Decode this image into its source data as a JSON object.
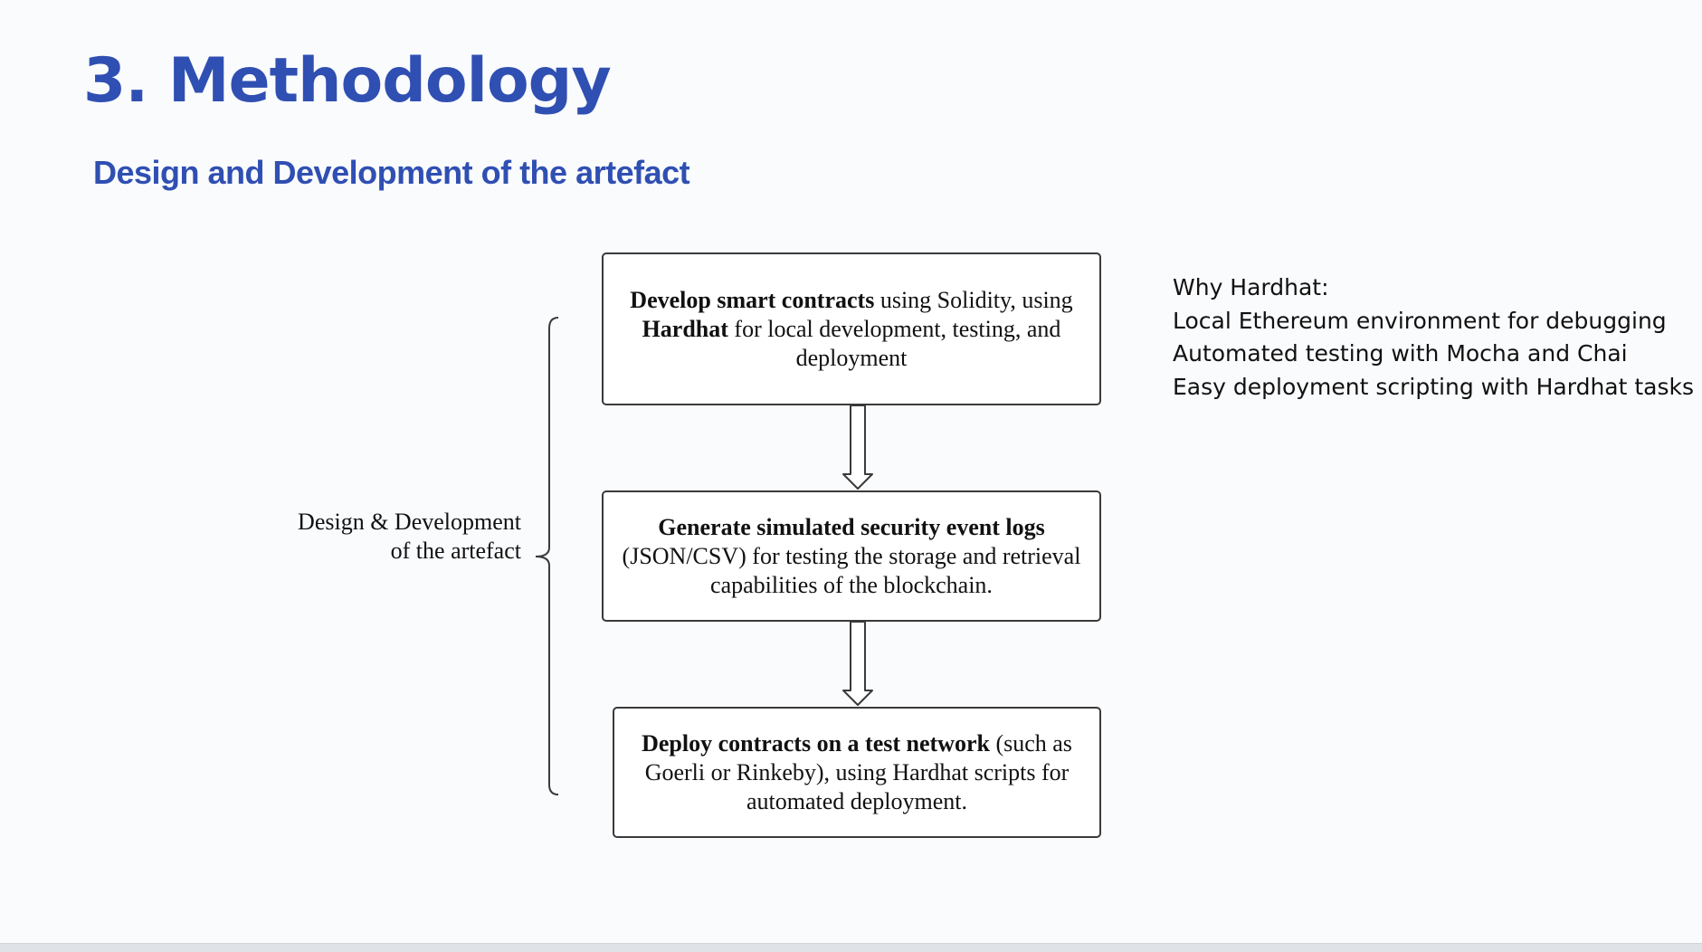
{
  "slide": {
    "title": "3. Methodology",
    "subtitle": "Design and Development of the artefact"
  },
  "flow": {
    "steps": [
      {
        "bold": "Develop smart contracts",
        "text1": " using Solidity, using ",
        "bold2": "Hardhat",
        "text2": " for local development, testing, and deployment"
      },
      {
        "bold": "Generate simulated security event logs",
        "text1": " (JSON/CSV) for testing the storage and retrieval capabilities of the blockchain."
      },
      {
        "bold": "Deploy contracts on a test network",
        "text1": " (such as Goerli or Rinkeby), using Hardhat scripts for automated deployment."
      }
    ],
    "bracket_label_line1": "Design & Development",
    "bracket_label_line2": "of the artefact"
  },
  "why": {
    "heading": "Why Hardhat:",
    "items": [
      "Local Ethereum environment for debugging",
      "Automated testing with Mocha and Chai",
      "Easy deployment scripting with Hardhat tasks"
    ]
  },
  "colors": {
    "accent": "#2f4fb2",
    "stroke": "#3a3a3a",
    "text": "#111111",
    "background": "#fafbfd"
  }
}
